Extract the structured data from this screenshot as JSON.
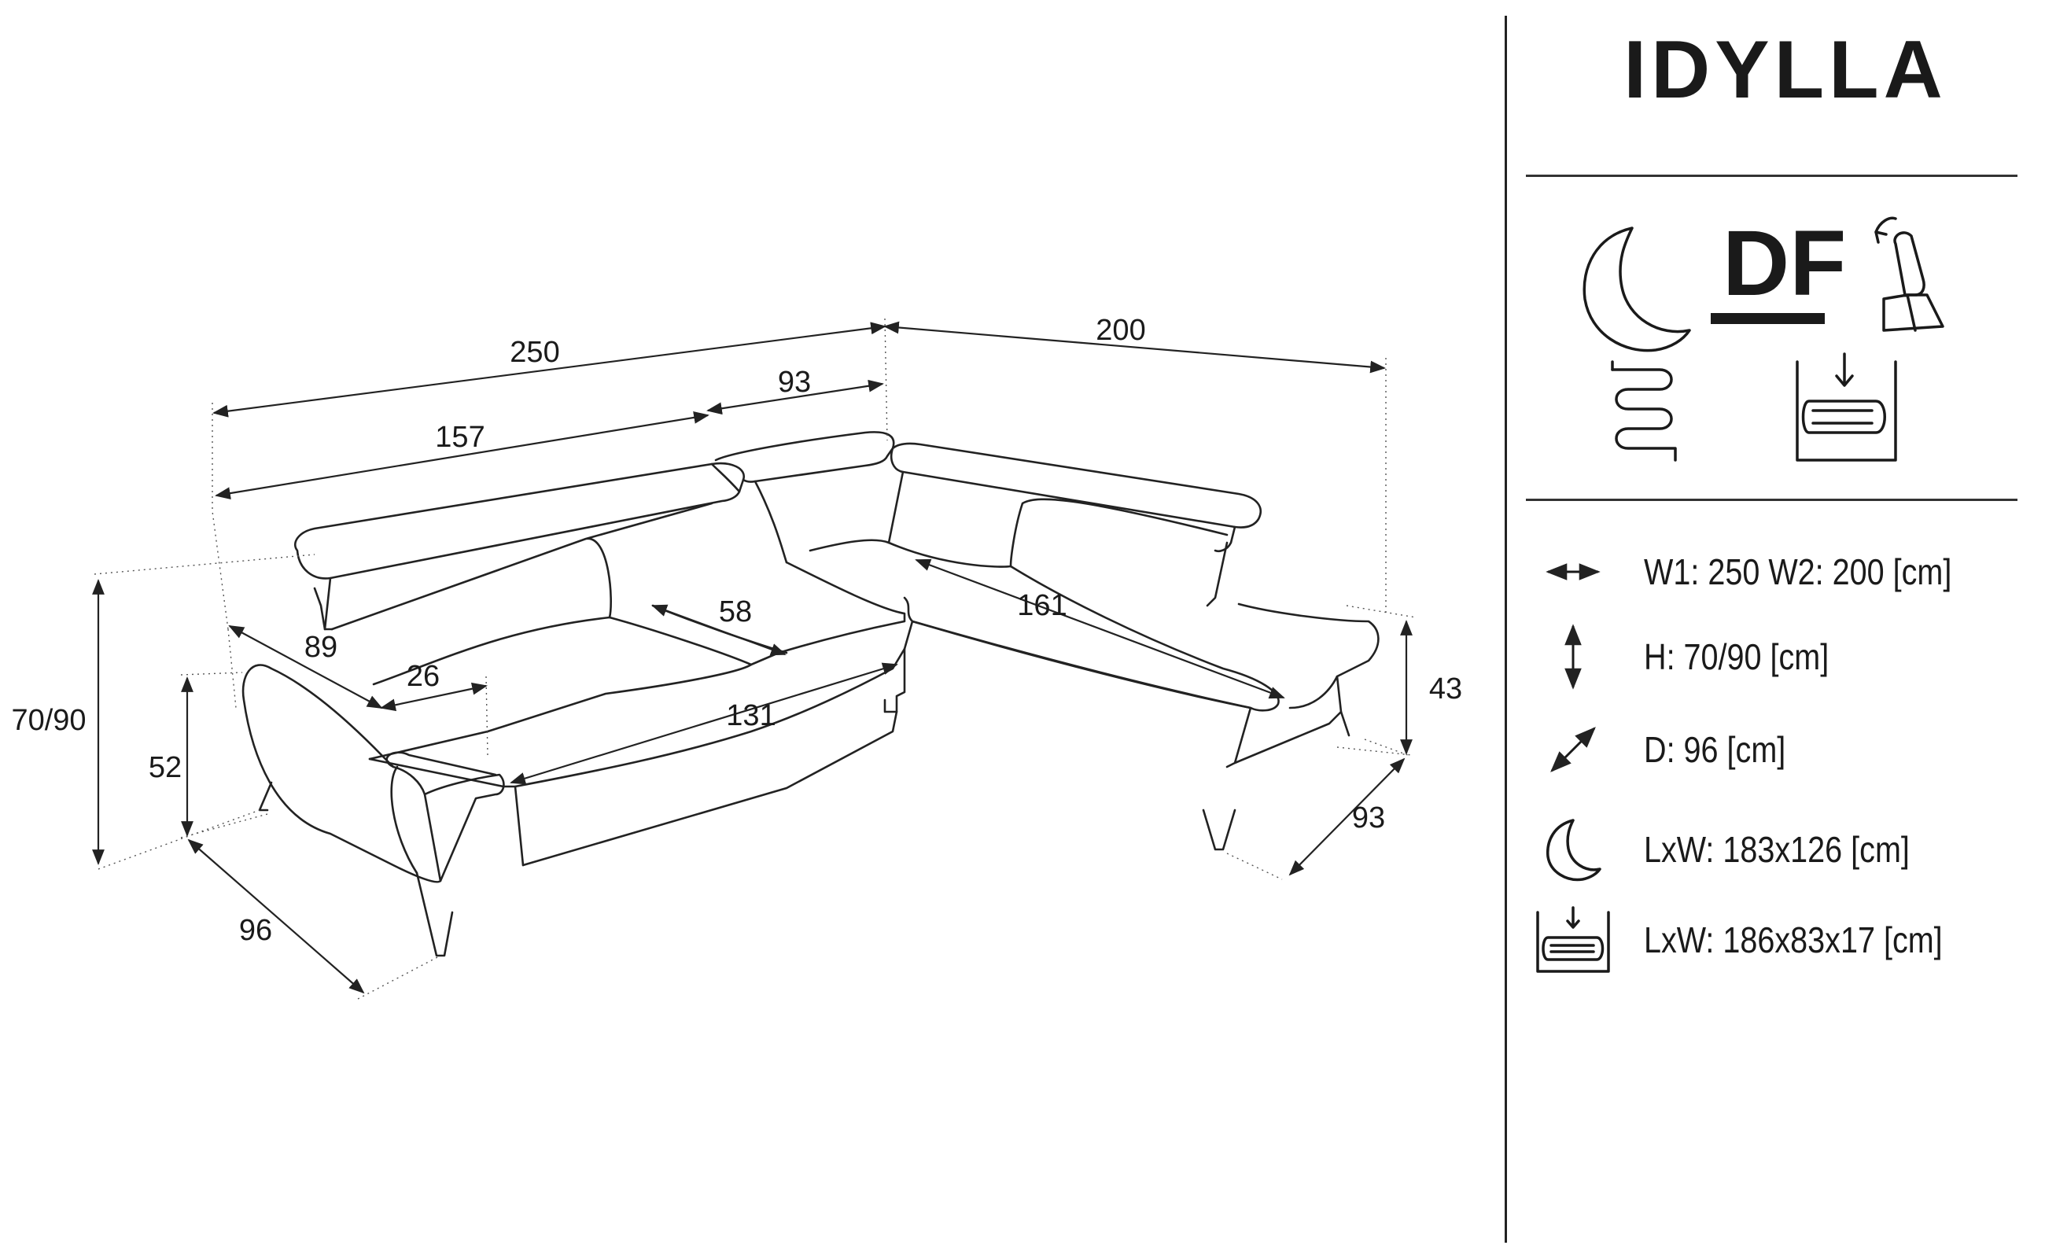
{
  "product": {
    "name": "IDYLLA"
  },
  "features": {
    "sleep": "sleep-function-moon-icon",
    "df_label": "DF",
    "headrest": "adjustable-headrest-icon",
    "spring": "spring-seat-icon",
    "storage": "storage-container-icon"
  },
  "specs": [
    {
      "icon": "width-arrow-icon",
      "text": "W1: 250 W2: 200 [cm]"
    },
    {
      "icon": "height-arrow-icon",
      "text": "H: 70/90 [cm]"
    },
    {
      "icon": "depth-arrow-icon",
      "text": "D: 96 [cm]"
    },
    {
      "icon": "moon-icon",
      "text": "LxW: 183x126 [cm]"
    },
    {
      "icon": "storage-icon",
      "text": "LxW: 186x83x17 [cm]"
    }
  ],
  "dimensions": {
    "total_left": "250",
    "total_right": "200",
    "left_seat": "157",
    "corner": "93",
    "seat_depth": "58",
    "chaise_length": "161",
    "arm_depth": "89",
    "arm_width": "26",
    "seat_front": "131",
    "height": "70/90",
    "arm_height": "52",
    "depth": "96",
    "seat_height": "43",
    "chaise_depth": "93"
  }
}
